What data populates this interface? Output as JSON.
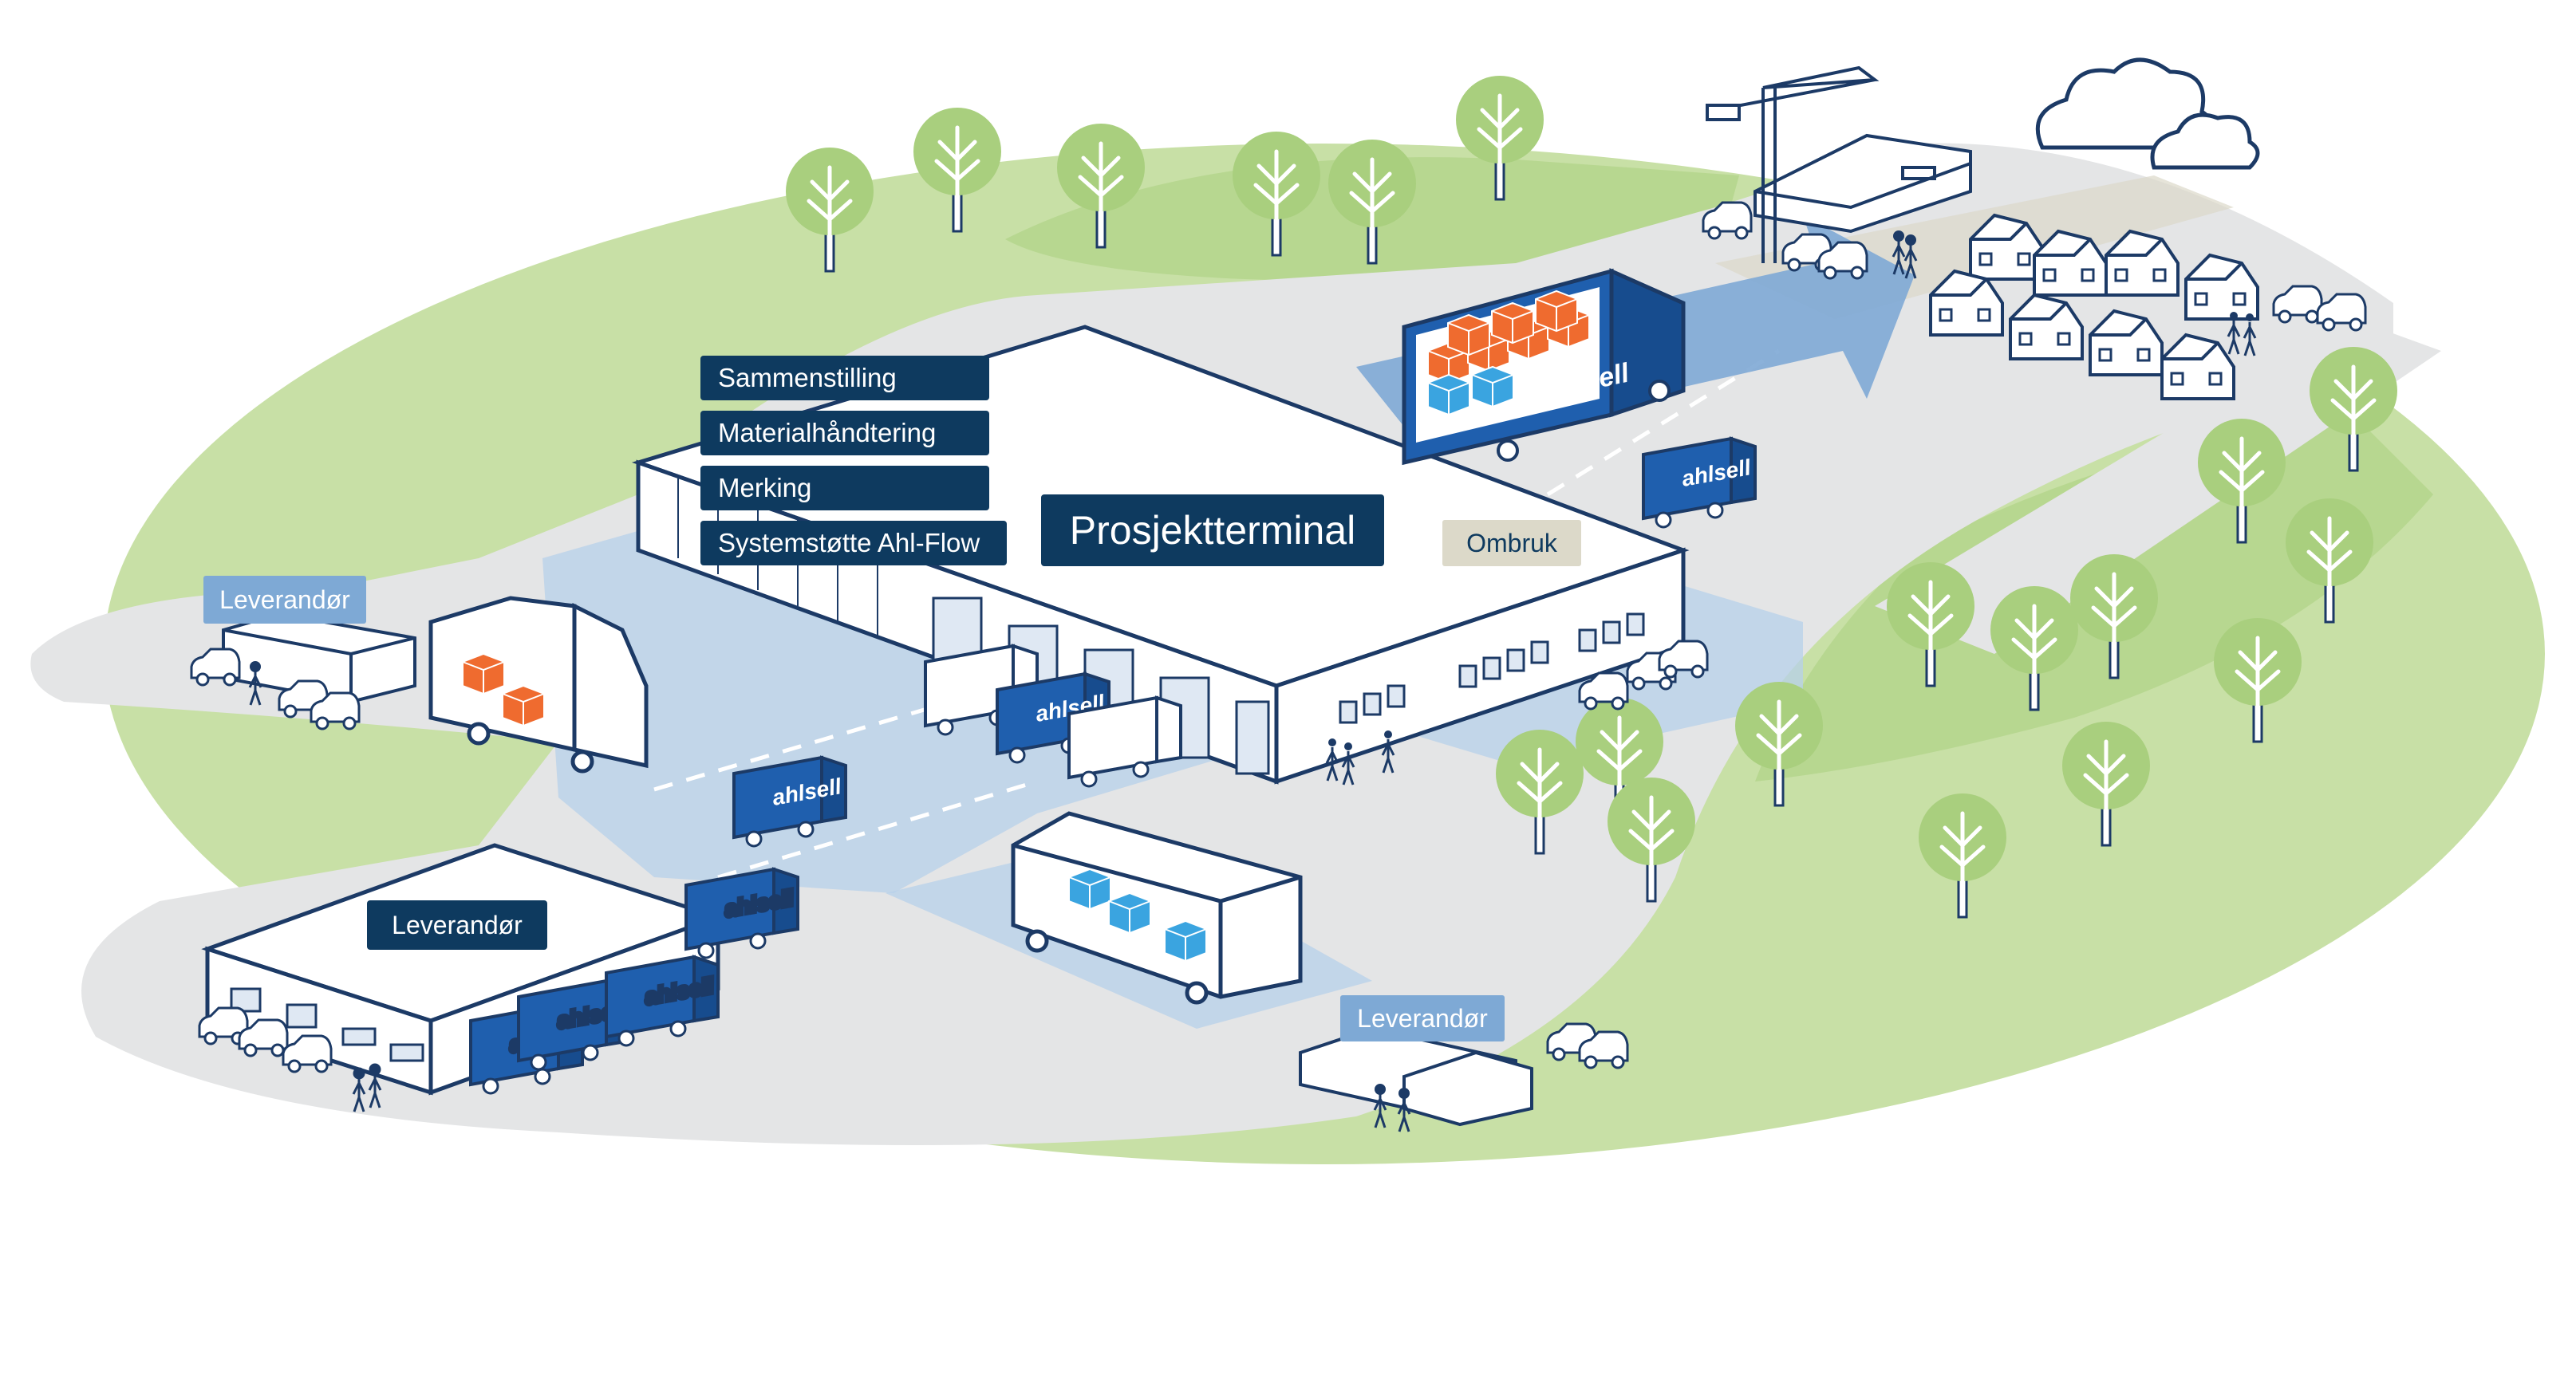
{
  "colors": {
    "grass": "#c8e0a6",
    "grass_dark": "#a9cf7e",
    "road": "#e4e5e6",
    "dock": "#b7d0ea",
    "building": "#ffffff",
    "outline": "#1c3a66",
    "navy": "#0e3a5f",
    "brand_blue": "#1f5fae",
    "light_blue": "#7ea9d5",
    "beige": "#dcd9c9",
    "orange": "#ef6b2f",
    "cyan": "#3aa4e0"
  },
  "icons": [
    "tree-icon",
    "cloud-icon",
    "truck-icon",
    "car-icon",
    "house-icon",
    "crane-icon",
    "person-icon",
    "box-icon"
  ],
  "labels": {
    "services": [
      "Sammenstilling",
      "Materialhåndtering",
      "Merking",
      "Systemstøtte Ahl-Flow"
    ],
    "main_terminal": "Prosjektterminal",
    "reuse": "Ombruk",
    "supplier": "Leverandør"
  },
  "brand": "ahlsell"
}
